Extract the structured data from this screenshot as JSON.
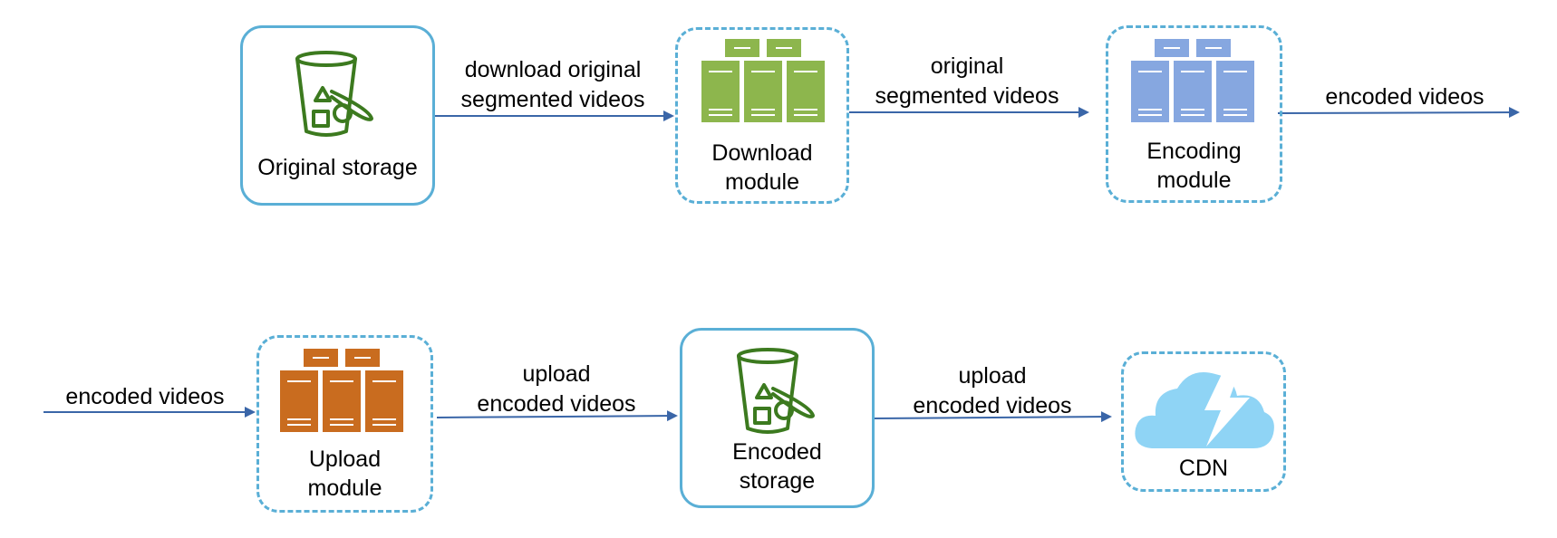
{
  "nodes": {
    "original_storage": {
      "label": "Original storage",
      "icon": "bucket-icon"
    },
    "download_module": {
      "label": "Download\nmodule",
      "icon": "server-rack-icon"
    },
    "encoding_module": {
      "label": "Encoding\nmodule",
      "icon": "server-rack-icon"
    },
    "upload_module": {
      "label": "Upload\nmodule",
      "icon": "server-rack-icon"
    },
    "encoded_storage": {
      "label": "Encoded\nstorage",
      "icon": "bucket-icon"
    },
    "cdn": {
      "label": "CDN",
      "icon": "cloud-lightning-icon"
    }
  },
  "edges": {
    "e1": "download original\nsegmented videos",
    "e2": "original\nsegmented videos",
    "e3": "encoded videos",
    "e4": "encoded videos",
    "e5": "upload\nencoded videos",
    "e6": "upload\nencoded videos"
  },
  "colors": {
    "border": "#5aafd6",
    "arrow": "#3a66a8",
    "bucket": "#3c7a1f",
    "download_server": "#8db64d",
    "encoding_server": "#86a7e0",
    "upload_server": "#c96c1f",
    "cloud": "#8fd4f5"
  }
}
